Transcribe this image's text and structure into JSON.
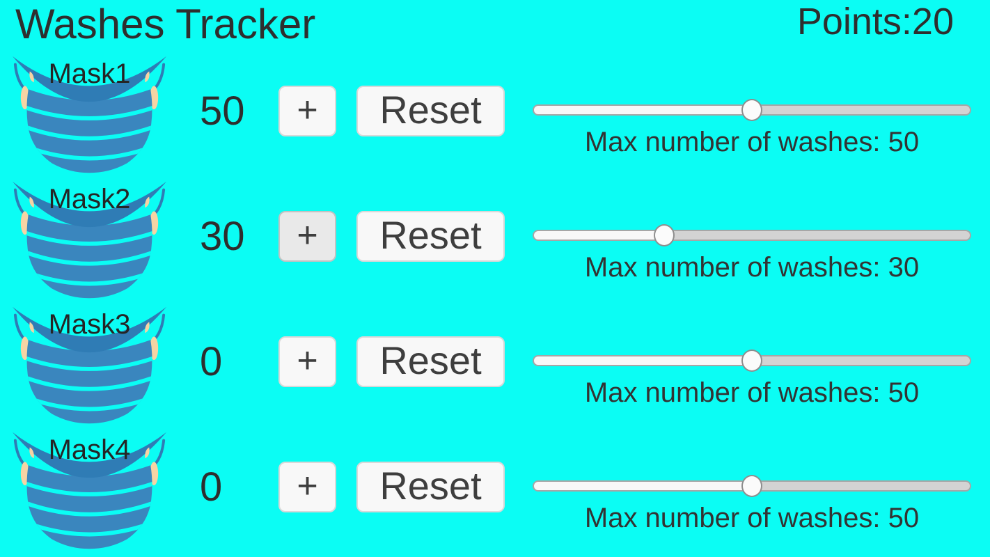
{
  "app": {
    "title": "Washes Tracker",
    "points": {
      "label": "Points:",
      "value": "20"
    }
  },
  "colors": {
    "background": "#0BFDF4",
    "text": "#2E2E2E",
    "button_bg": "#F8F8F8",
    "button_pressed_bg": "#E9E9E9",
    "slider_fill": "#F8F8F8",
    "slider_track": "#D3D3D3",
    "mask_body": "#3A86BE",
    "mask_band": "#2F7CB5",
    "mask_ear": "#F6D4A4"
  },
  "icons": {
    "mask_icon": "surgical-mask"
  },
  "rows": [
    {
      "mask_label": "Mask1",
      "count": "50",
      "plus_label": "+",
      "plus_pressed": false,
      "reset_label": "Reset",
      "max_washes": 50,
      "slider_percent": 50,
      "max_caption": "Max number of washes: 50"
    },
    {
      "mask_label": "Mask2",
      "count": "30",
      "plus_label": "+",
      "plus_pressed": true,
      "reset_label": "Reset",
      "max_washes": 30,
      "slider_percent": 30,
      "max_caption": "Max number of washes: 30"
    },
    {
      "mask_label": "Mask3",
      "count": "0",
      "plus_label": "+",
      "plus_pressed": false,
      "reset_label": "Reset",
      "max_washes": 50,
      "slider_percent": 50,
      "max_caption": "Max number of washes: 50"
    },
    {
      "mask_label": "Mask4",
      "count": "0",
      "plus_label": "+",
      "plus_pressed": false,
      "reset_label": "Reset",
      "max_washes": 50,
      "slider_percent": 50,
      "max_caption": "Max number of washes: 50"
    }
  ]
}
